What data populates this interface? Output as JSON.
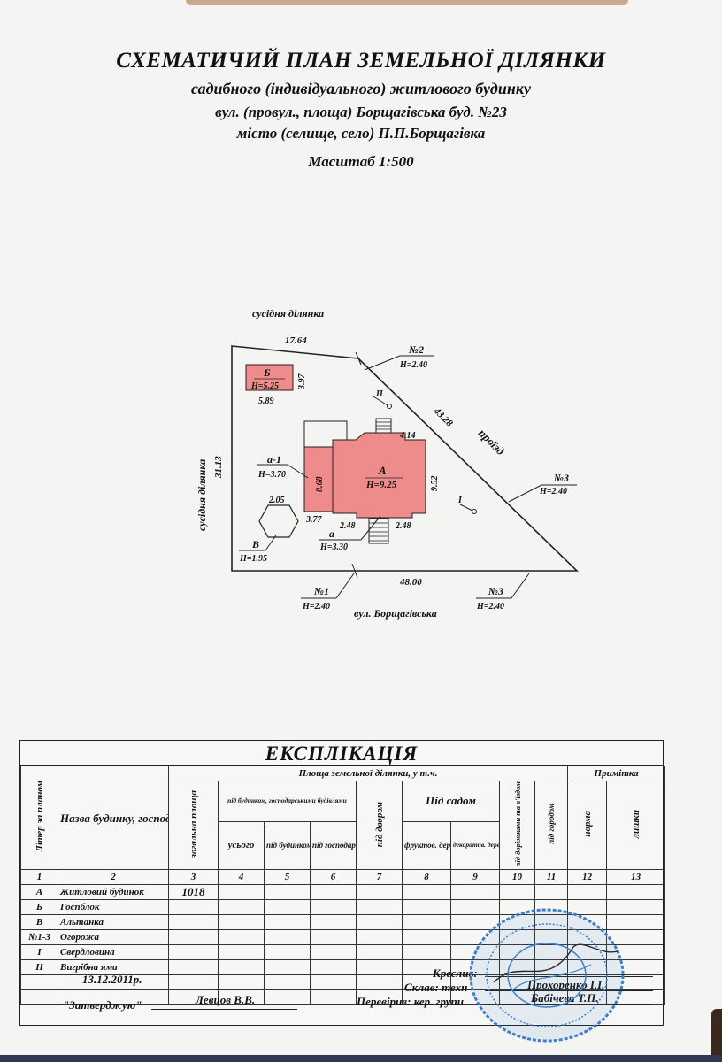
{
  "header": {
    "title": "СХЕМАТИЧИЙ ПЛАН ЗЕМЕЛЬНОЇ ДІЛЯНКИ",
    "subtitle": "садибного (індивідуального) житлового будинку",
    "street_line": "вул. (провул., площа) Борщагівська  буд. №23",
    "city_line": "місто (селище, село) П.П.Борщагівка",
    "scale": "Масштаб 1:500"
  },
  "plan": {
    "label_top": "сусідня  ділянка",
    "label_left": "сусідня  ділянка",
    "label_road": "проїзд",
    "label_street": "вул. Борщагівська",
    "dim_top": "17.64",
    "dim_left": "31.13",
    "dim_diag": "43.28",
    "dim_bottom": "48.00",
    "dim_414": "4.14",
    "dim_952": "9.52",
    "dim_868": "8.68",
    "dim_377": "3.77",
    "dim_248a": "2.48",
    "dim_248b": "2.48",
    "dim_205": "2.05",
    "dim_397": "3.97",
    "dim_589": "5.89",
    "bldg_b_letter": "Б",
    "bldg_b_h": "H=5.25",
    "bldg_a_letter": "А",
    "bldg_a_h": "H=9.25",
    "a1_label": "а-1",
    "a1_h": "H=3.70",
    "a_label": "а",
    "a_h": "H=3.30",
    "v_label": "В",
    "v_h": "H=1.95",
    "n2": "№2",
    "n2_h": "H=2.40",
    "n3a": "№3",
    "n3a_h": "H=2.40",
    "n1": "№1",
    "n1_h": "H=2.40",
    "n3b": "№3",
    "n3b_h": "H=2.40",
    "well_ii": "II",
    "well_i": "I"
  },
  "explication": {
    "title": "ЕКСПЛІКАЦІЯ",
    "col_liter": "Літер за планом",
    "col_name": "Назва будинку, господарських будівель та споруд",
    "col_area_group": "Площа земельної ділянки, у т.ч.",
    "col_note": "Примітка",
    "col_total": "загальна площа",
    "col_under_buildings": "під будинком, господарськими будівлями",
    "col_yard": "під двором",
    "col_garden": "Під садом",
    "col_roads": "під доріжками та в'їздом",
    "col_vegetable": "під городом",
    "col_norm": "норма",
    "col_surplus": "лишки",
    "col_all": "усього",
    "col_under_house": "під будинком",
    "col_under_outbuild": "під господар. будівл.",
    "col_fruit": "фруктов. деревами",
    "col_decor": "декоратив. деревами",
    "col_numbers": [
      "1",
      "2",
      "3",
      "4",
      "5",
      "6",
      "7",
      "8",
      "9",
      "10",
      "11",
      "12",
      "13"
    ],
    "rows": [
      {
        "liter": "А",
        "name": "Житловий будинок",
        "total": "1018"
      },
      {
        "liter": "Б",
        "name": "Госпблок",
        "total": ""
      },
      {
        "liter": "В",
        "name": "Альтанка",
        "total": ""
      },
      {
        "liter": "№1-3",
        "name": "Огорожа",
        "total": ""
      },
      {
        "liter": "І",
        "name": "Свердловина",
        "total": ""
      },
      {
        "liter": "ІІ",
        "name": "Вигрібна яма",
        "total": ""
      }
    ],
    "date": "13.12.2011р.",
    "approve": "\"Затверджую\"",
    "approver": "Левцов В.В.",
    "drew_label": "Креслив:",
    "composed_label": "Склав: техн",
    "checked_label": "Перевірив: кер. групи",
    "drew_name": "Прохоренко І.І.",
    "checked_name": "Бабічева Т.П."
  },
  "colors": {
    "building_fill": "#ee8b8b",
    "stamp_blue": "#3d7fc9"
  }
}
